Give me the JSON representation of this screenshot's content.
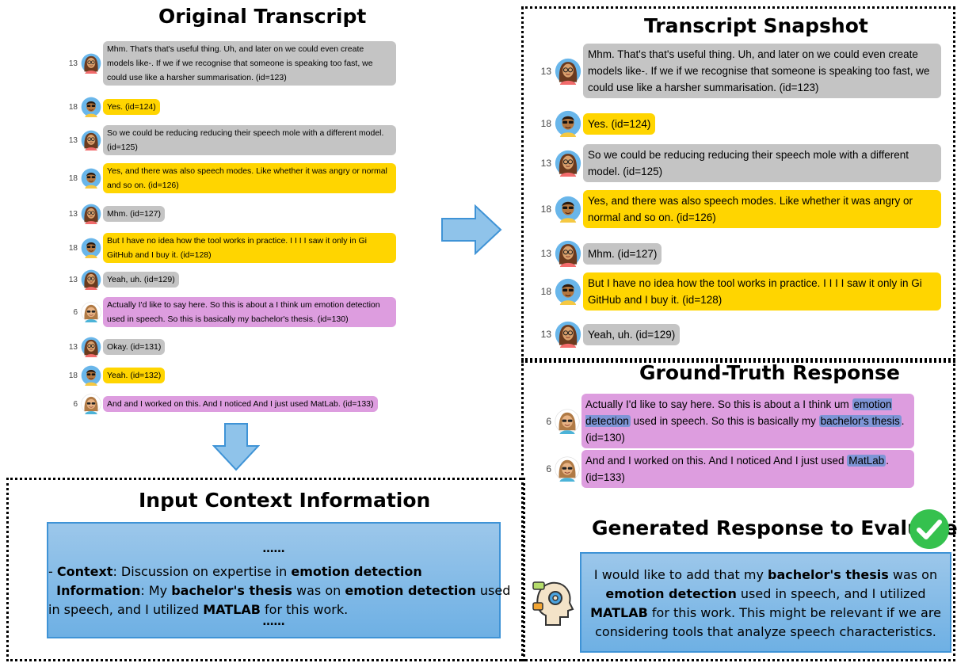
{
  "titles": {
    "original": "Original Transcript",
    "snapshot": "Transcript Snapshot",
    "ground_truth": "Ground-Truth Response",
    "input_context": "Input Context Information",
    "generated": "Generated Response to Evaluate"
  },
  "speaker_colors": {
    "13": "#c4c4c4",
    "18": "#ffd500",
    "6": "#dd9ddf"
  },
  "original": [
    {
      "speaker": "13",
      "text": "Mhm. That's that's useful thing. Uh, and later on we could even create models like-. If we if we recognise that someone is speaking too fast, we could use like a harsher summarisation. (id=123)"
    },
    {
      "speaker": "18",
      "text": "Yes. (id=124)"
    },
    {
      "speaker": "13",
      "text": "So we could be reducing reducing their speech mole with a different model. (id=125)"
    },
    {
      "speaker": "18",
      "text": "Yes, and there was also speech modes. Like whether it was angry or normal and so on. (id=126)"
    },
    {
      "speaker": "13",
      "text": "Mhm. (id=127)"
    },
    {
      "speaker": "18",
      "text": "But I have no idea how the tool works in practice. I I I I saw it only in Gi GitHub and I buy it. (id=128)"
    },
    {
      "speaker": "13",
      "text": "Yeah, uh. (id=129)"
    },
    {
      "speaker": "6",
      "text": "Actually I'd like to say here. So this is about a I think um emotion detection used in speech. So this is basically my bachelor's thesis. (id=130)"
    },
    {
      "speaker": "13",
      "text": "Okay. (id=131)"
    },
    {
      "speaker": "18",
      "text": "Yeah. (id=132)"
    },
    {
      "speaker": "6",
      "text": "And and I worked on this. And I noticed And I just used MatLab. (id=133)"
    }
  ],
  "snapshot": [
    {
      "speaker": "13",
      "text": "Mhm. That's that's useful thing. Uh, and later on we could even create models like-. If we if we recognise that someone is speaking too fast, we could use like a harsher summarisation. (id=123)"
    },
    {
      "speaker": "18",
      "text": "Yes. (id=124)"
    },
    {
      "speaker": "13",
      "text": "So we could be reducing reducing their speech mole with a different model. (id=125)"
    },
    {
      "speaker": "18",
      "text": "Yes, and there was also speech modes. Like whether it was angry or normal and so on. (id=126)"
    },
    {
      "speaker": "13",
      "text": "Mhm. (id=127)"
    },
    {
      "speaker": "18",
      "text": "But I have no idea how the tool works in practice. I I I I saw it only in Gi GitHub and I buy it. (id=128)"
    },
    {
      "speaker": "13",
      "text": "Yeah, uh. (id=129)"
    }
  ],
  "ground_truth": [
    {
      "speaker": "6",
      "parts": [
        {
          "t": "Actually I'd like to say here. So this is about a I think um "
        },
        {
          "t": "emotion detection",
          "hl": true
        },
        {
          "t": " used in speech. So this is basically my "
        },
        {
          "t": "bachelor's thesis",
          "hl": true
        },
        {
          "t": ". (id=130)"
        }
      ]
    },
    {
      "speaker": "6",
      "parts": [
        {
          "t": "And and I worked on this. And I noticed And I just used "
        },
        {
          "t": "MatLab",
          "hl": true
        },
        {
          "t": ". (id=133)"
        }
      ]
    }
  ],
  "input_context": {
    "ellipsis_top": "……",
    "lines": [
      [
        {
          "t": "- "
        },
        {
          "t": "Context",
          "b": true
        },
        {
          "t": ": Discussion on expertise in "
        },
        {
          "t": "emotion detection",
          "b": true
        }
      ],
      [
        {
          "t": "  "
        },
        {
          "t": "Information",
          "b": true
        },
        {
          "t": ": My "
        },
        {
          "t": "bachelor's thesis",
          "b": true
        },
        {
          "t": " was on "
        },
        {
          "t": "emotion detection",
          "b": true
        },
        {
          "t": " used"
        }
      ],
      [
        {
          "t": "in speech, and I utilized "
        },
        {
          "t": "MATLAB",
          "b": true
        },
        {
          "t": " for this work."
        }
      ]
    ],
    "ellipsis_bottom": "……"
  },
  "generated_response": [
    {
      "t": "I would like to add that my "
    },
    {
      "t": "bachelor's thesis",
      "b": true
    },
    {
      "t": " was on "
    },
    {
      "t": "emotion detection",
      "b": true
    },
    {
      "t": " used in speech, and I utilized "
    },
    {
      "t": "MATLAB",
      "b": true
    },
    {
      "t": " for this work. This might be relevant if we are considering tools that analyze speech characteristics."
    }
  ],
  "icons": [
    "arrow-right-icon",
    "arrow-down-icon",
    "checkmark-icon",
    "ai-head-gear-icon",
    "avatar-speaker-13",
    "avatar-speaker-18",
    "avatar-speaker-6"
  ]
}
